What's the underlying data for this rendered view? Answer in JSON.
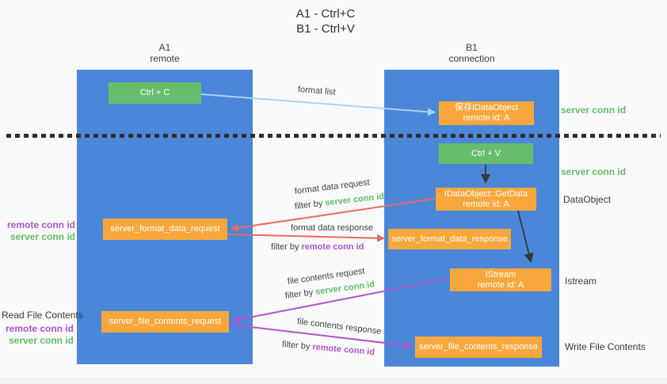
{
  "title": {
    "line1": "A1 - Ctrl+C",
    "line2": "B1 - Ctrl+V"
  },
  "lifelines": {
    "a1": {
      "name": "A1",
      "role": "remote"
    },
    "b1": {
      "name": "B1",
      "role": "connection"
    }
  },
  "nodes": {
    "ctrl_c": {
      "label": "Ctrl + C"
    },
    "save_dataobject": {
      "line1": "保存IDataObject",
      "line2": "remote id: A"
    },
    "ctrl_v": {
      "label": "Ctrl + V"
    },
    "getdata": {
      "line1": "IDataObject::GetData",
      "line2": "remote id: A"
    },
    "format_request": {
      "label": "server_format_data_request"
    },
    "format_response": {
      "label": "server_format_data_response"
    },
    "istream": {
      "line1": "IStream",
      "line2": "remote id: A"
    },
    "file_request": {
      "label": "server_file_contents_request"
    },
    "file_response": {
      "label": "server_file_contents_response"
    }
  },
  "edges": {
    "format_list": {
      "label": "format list"
    },
    "format_data_request": {
      "label": "format data request",
      "filter_prefix": "filter by ",
      "filter_key": "server conn id"
    },
    "format_data_response": {
      "label": "format data response",
      "filter_prefix": "filter by ",
      "filter_key": "remote conn id"
    },
    "file_contents_request": {
      "label": "file contents request",
      "filter_prefix": "filter by ",
      "filter_key": "server conn id"
    },
    "file_contents_response": {
      "label": "file contents response",
      "filter_prefix": "filter by ",
      "filter_key": "remote conn id"
    }
  },
  "side_labels": {
    "right_server_conn_id_top": "server conn id",
    "right_server_conn_id_mid": "server conn id",
    "right_dataobject": "DataObject",
    "right_istream": "Istream",
    "right_write_file_contents": "Write File Contents",
    "left_remote_conn_id_1": "remote conn id",
    "left_server_conn_id_1": "server conn id",
    "left_read_file_contents": "Read File Contents",
    "left_remote_conn_id_2": "remote conn id",
    "left_server_conn_id_2": "server conn id"
  },
  "colors": {
    "lifeline_blue": "#4a87d8",
    "node_green": "#68bd6c",
    "node_orange": "#f7a73c",
    "arrow_red": "#e96a5f",
    "arrow_purple": "#b055c9",
    "arrow_lightblue": "#a9d3f2",
    "text_green": "#64bb68",
    "text_purple": "#a854cd"
  }
}
